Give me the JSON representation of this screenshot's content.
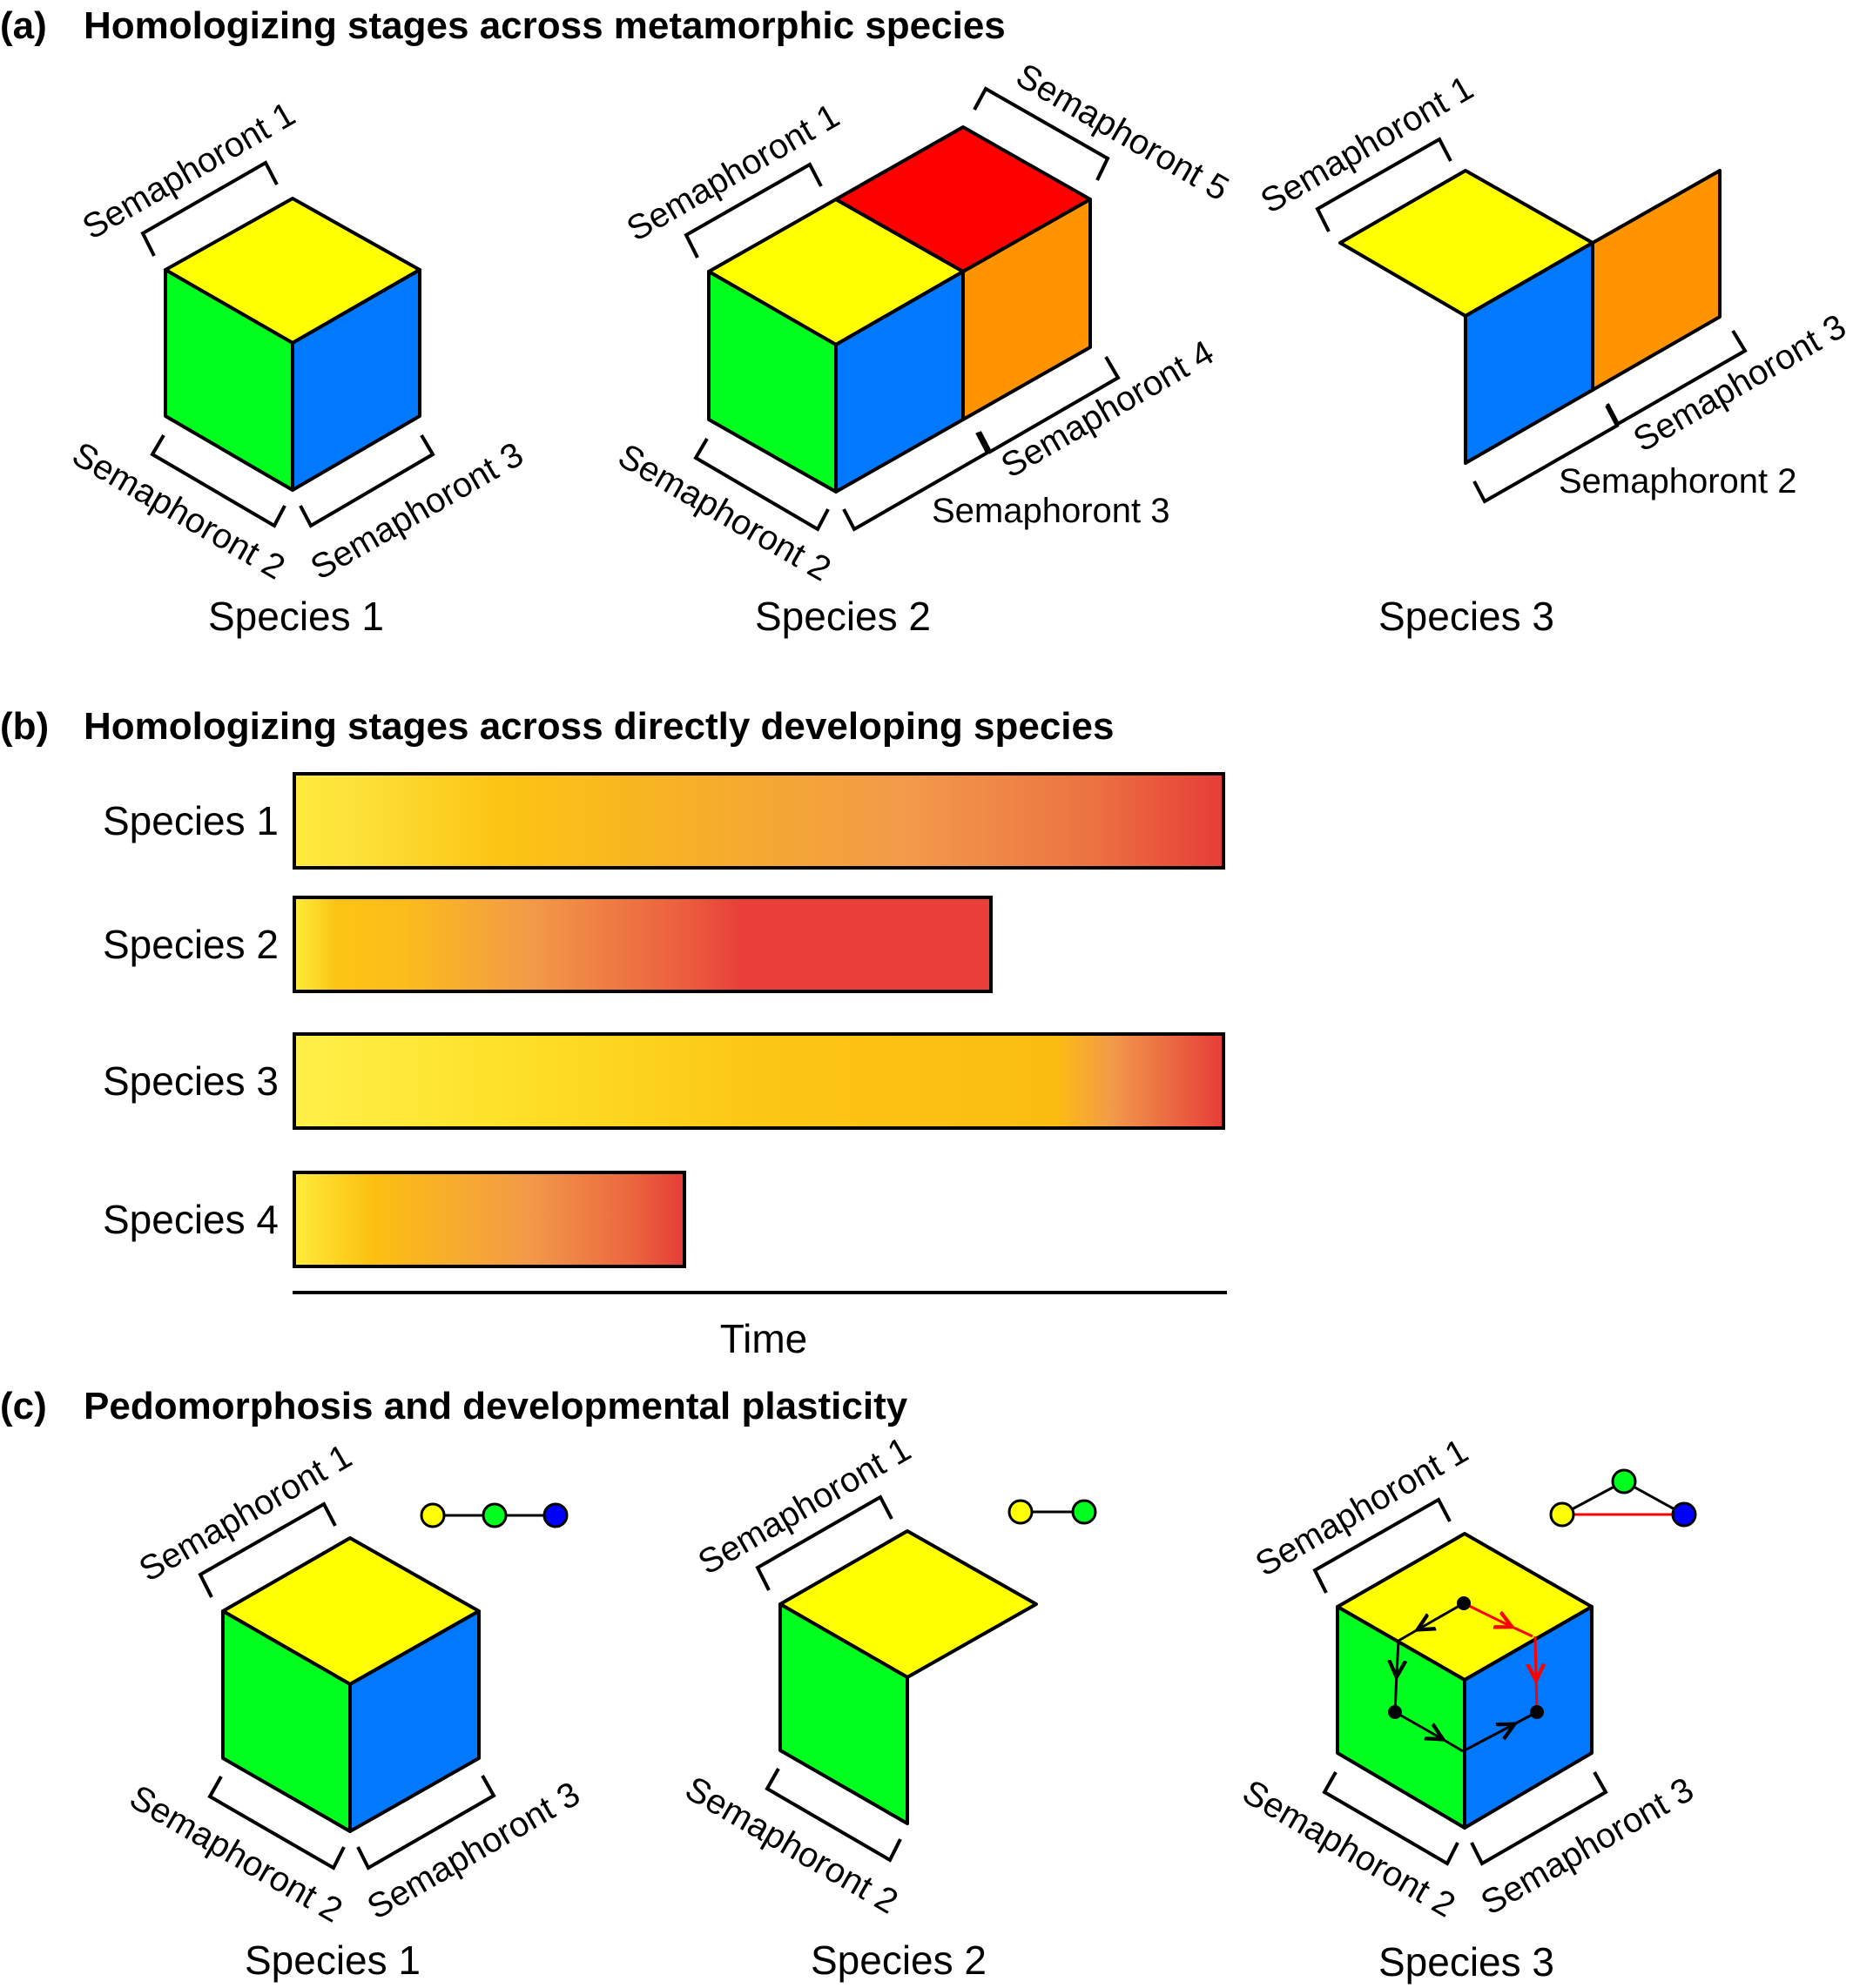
{
  "colors": {
    "yellow": "#ffff00",
    "green": "#00ff1e",
    "blue": "#0079ff",
    "red": "#ff0000",
    "orange": "#ff9300",
    "node_blue": "#0000ff",
    "gradient_start": "#ffec3c",
    "gradient_mid": "#fcc010",
    "gradient_end": "#e8403a"
  },
  "panel_a": {
    "letter": "(a)",
    "title": "Homologizing stages across metamorphic species",
    "species1": {
      "name": "Species 1",
      "s1": "Semaphoront 1",
      "s2": "Semaphoront 2",
      "s3": "Semaphoront 3"
    },
    "species2": {
      "name": "Species 2",
      "s1": "Semaphoront 1",
      "s2": "Semaphoront 2",
      "s3": "Semaphoront 3",
      "s4": "Semaphoront 4",
      "s5": "Semaphoront 5"
    },
    "species3": {
      "name": "Species 3",
      "s1": "Semaphoront 1",
      "s2": "Semaphoront 2",
      "s3": "Semaphoront 3"
    }
  },
  "panel_b": {
    "letter": "(b)",
    "title": "Homologizing stages across directly developing species",
    "xlabel": "Time",
    "rows": [
      {
        "label": "Species 1",
        "length": 1.0
      },
      {
        "label": "Species 2",
        "length": 0.75
      },
      {
        "label": "Species 3",
        "length": 1.0
      },
      {
        "label": "Species 4",
        "length": 0.42
      }
    ]
  },
  "panel_c": {
    "letter": "(c)",
    "title": "Pedomorphosis and developmental plasticity",
    "species1": {
      "name": "Species 1",
      "s1": "Semaphoront 1",
      "s2": "Semaphoront 2",
      "s3": "Semaphoront 3"
    },
    "species2": {
      "name": "Species 2",
      "s1": "Semaphoront 1",
      "s2": "Semaphoront 2"
    },
    "species3": {
      "name": "Species 3",
      "s1": "Semaphoront 1",
      "s2": "Semaphoront 2",
      "s3": "Semaphoront 3"
    }
  }
}
